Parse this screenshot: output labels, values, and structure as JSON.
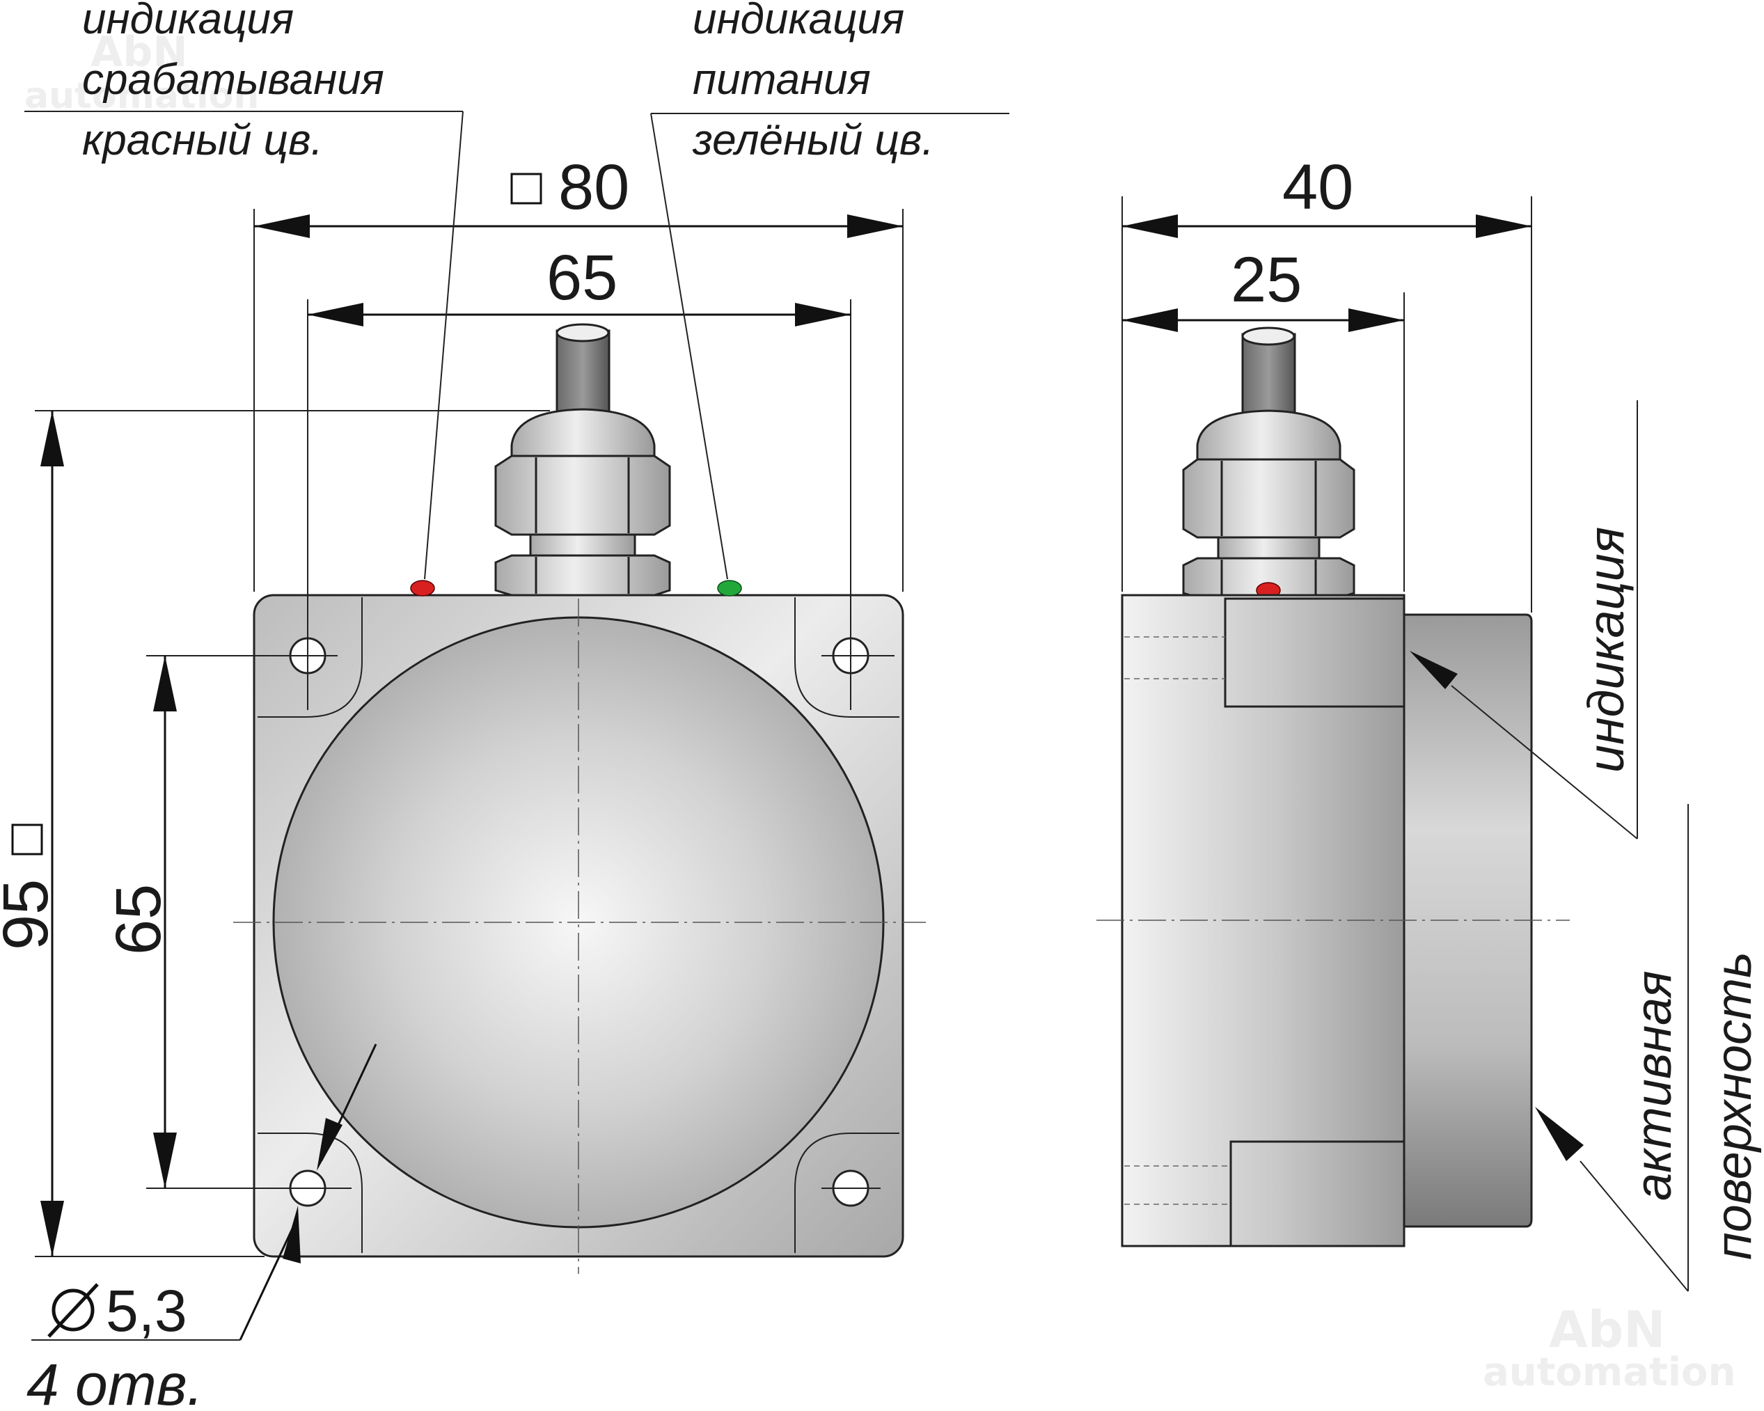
{
  "labels": {
    "trigger_indication": [
      "индикация",
      "срабатывания",
      "красный цв."
    ],
    "power_indication": [
      "индикация",
      "питания",
      "зелёный цв."
    ],
    "side_indication": "индикация",
    "active_surface": [
      "активная",
      "поверхность"
    ],
    "holes_diameter": "5,3",
    "holes_count": "4 отв."
  },
  "dimensions": {
    "width_outer": "80",
    "width_holes": "65",
    "height_outer": "95",
    "height_holes": "65",
    "depth_total": "40",
    "depth_body": "25"
  },
  "watermark": {
    "brand": "AbN",
    "sub": "automation"
  },
  "colors": {
    "led_red": "#d92020",
    "led_green": "#22a83a",
    "metal_light": "#e6e6e6",
    "metal_dark": "#9a9a9a",
    "line": "#111111"
  }
}
